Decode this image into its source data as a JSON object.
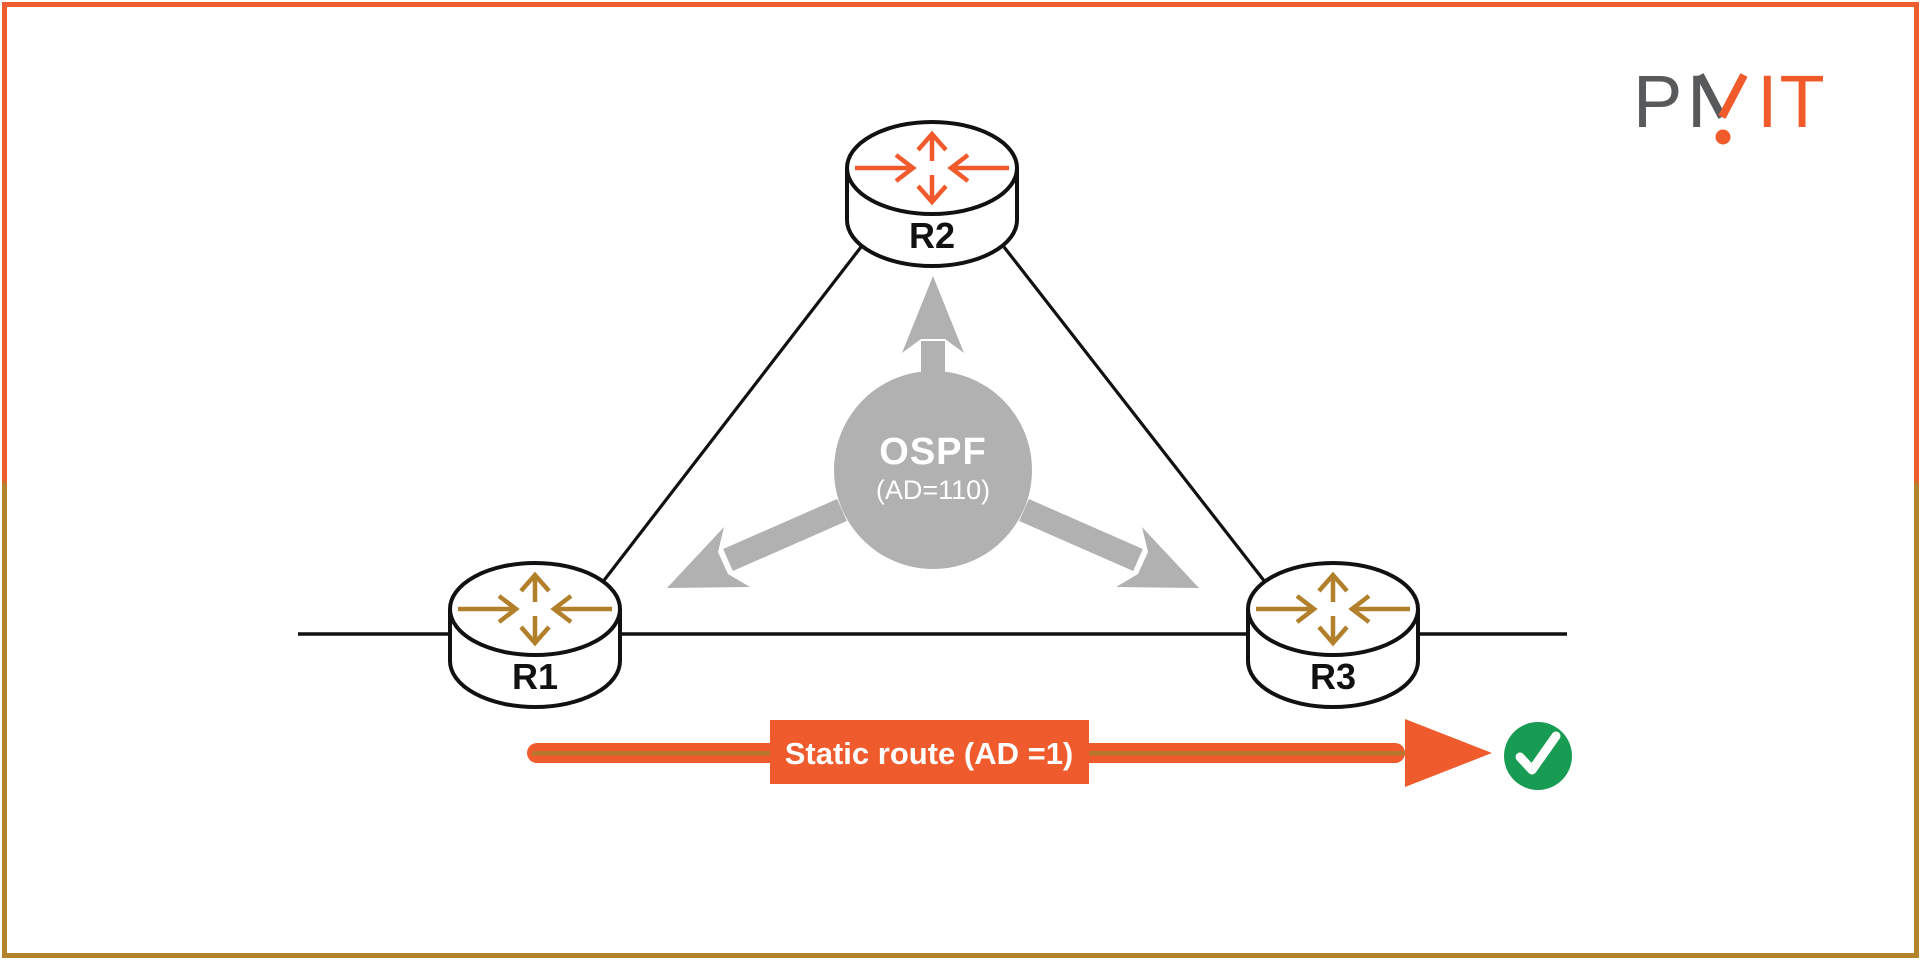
{
  "colors": {
    "frame_orange": "#ee5b2c",
    "frame_bronze": "#b5822c",
    "logo_gray": "#58595b",
    "accent_orange": "#f15b2b",
    "router_arrow_bronze": "#b2802b",
    "hub_gray": "#b1b1b1",
    "static_route_orange": "#ef5b2c",
    "check_green": "#189b52",
    "line_black": "#111111"
  },
  "logo": {
    "wordmark": "PIVIT",
    "letters_left": "PI",
    "letters_right": "IT"
  },
  "topology": {
    "routers": [
      {
        "id": "r1",
        "label": "R1"
      },
      {
        "id": "r2",
        "label": "R2"
      },
      {
        "id": "r3",
        "label": "R3"
      }
    ],
    "protocol_badge": {
      "name": "OSPF",
      "detail": "(AD=110)"
    },
    "static_route": {
      "label": "Static route (AD =1)",
      "status_icon": "checkmark"
    }
  }
}
